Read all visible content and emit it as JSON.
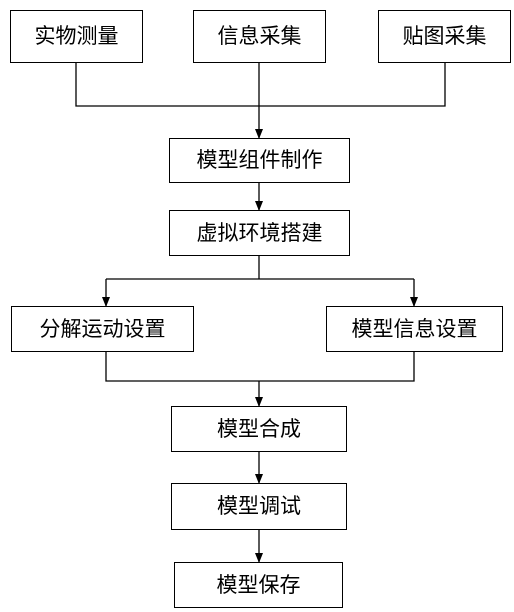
{
  "diagram": {
    "type": "flowchart",
    "line_color": "#000000",
    "nodes": [
      {
        "id": "n1",
        "label": "实物测量"
      },
      {
        "id": "n2",
        "label": "信息采集"
      },
      {
        "id": "n3",
        "label": "贴图采集"
      },
      {
        "id": "n4",
        "label": "模型组件制作"
      },
      {
        "id": "n5",
        "label": "虚拟环境搭建"
      },
      {
        "id": "n6",
        "label": "分解运动设置"
      },
      {
        "id": "n7",
        "label": "模型信息设置"
      },
      {
        "id": "n8",
        "label": "模型合成"
      },
      {
        "id": "n9",
        "label": "模型调试"
      },
      {
        "id": "n10",
        "label": "模型保存"
      }
    ],
    "edges": [
      {
        "from": [
          "n1",
          "n2",
          "n3"
        ],
        "to": "n4",
        "kind": "merge"
      },
      {
        "from": "n4",
        "to": "n5",
        "kind": "direct"
      },
      {
        "from": "n5",
        "to": [
          "n6",
          "n7"
        ],
        "kind": "split"
      },
      {
        "from": [
          "n6",
          "n7"
        ],
        "to": "n8",
        "kind": "merge"
      },
      {
        "from": "n8",
        "to": "n9",
        "kind": "direct"
      },
      {
        "from": "n9",
        "to": "n10",
        "kind": "direct"
      }
    ]
  }
}
